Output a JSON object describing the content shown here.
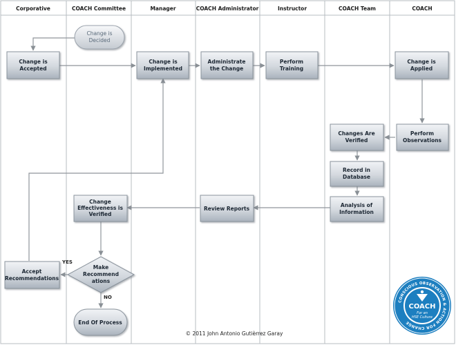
{
  "lanes": [
    "Corporative",
    "COACH Committee",
    "Manager",
    "COACH Administrator",
    "Instructor",
    "COACH Team",
    "COACH"
  ],
  "nodes": {
    "change_decided": [
      "Change is",
      "Decided"
    ],
    "change_accepted": [
      "Change is",
      "Accepted"
    ],
    "change_implemented": [
      "Change is",
      "Implemented"
    ],
    "administrate_change": [
      "Administrate",
      "the Change"
    ],
    "perform_training": [
      "Perform",
      "Training"
    ],
    "change_applied": [
      "Change is",
      "Applied"
    ],
    "perform_observations": [
      "Perform",
      "Observations"
    ],
    "changes_verified": [
      "Changes Are",
      "Verified"
    ],
    "record_database": [
      "Record in",
      "Database"
    ],
    "analysis_information": [
      "Analysis of",
      "Information"
    ],
    "review_reports": [
      "Review Reports"
    ],
    "effectiveness_verified": [
      "Change",
      "Effectiveness is",
      "Verified"
    ],
    "make_recommendations": [
      "Make",
      "Recommend",
      "ations"
    ],
    "accept_recommendations": [
      "Accept",
      "Recommendations"
    ],
    "end_process": [
      "End Of Process"
    ]
  },
  "flow_labels": {
    "yes": "YES",
    "no": "NO"
  },
  "footer": "© 2011 John Antonio Gutièrrez Garay",
  "logo": {
    "name": "COACH",
    "tagline_1": "For an",
    "tagline_2": "HSE Culture",
    "ring_text": "CONSCIOUS OBSERVATION & ACTION FOR CHANGE"
  },
  "colors": {
    "lane_border": "#b7bcc2",
    "node_fill_top": "#eef1f4",
    "node_fill_bottom": "#b4bcc6",
    "node_border": "#8a939c",
    "arrow": "#8f959b",
    "logo_blue": "#1d7fc0"
  }
}
